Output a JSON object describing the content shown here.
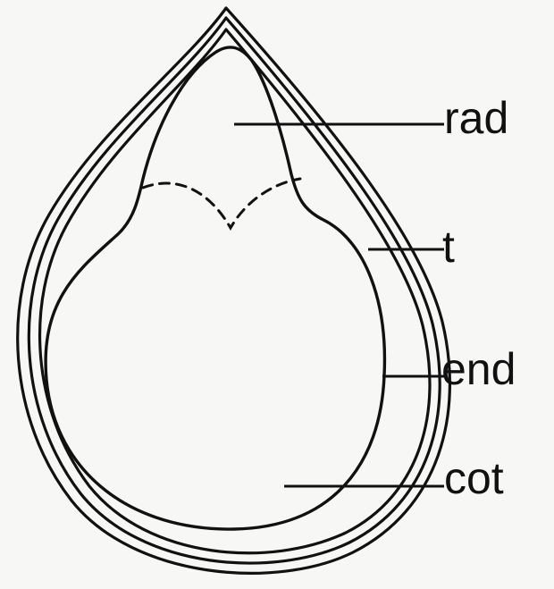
{
  "labels": {
    "rad": "rad",
    "t": "t",
    "end": "end",
    "cot": "cot"
  }
}
